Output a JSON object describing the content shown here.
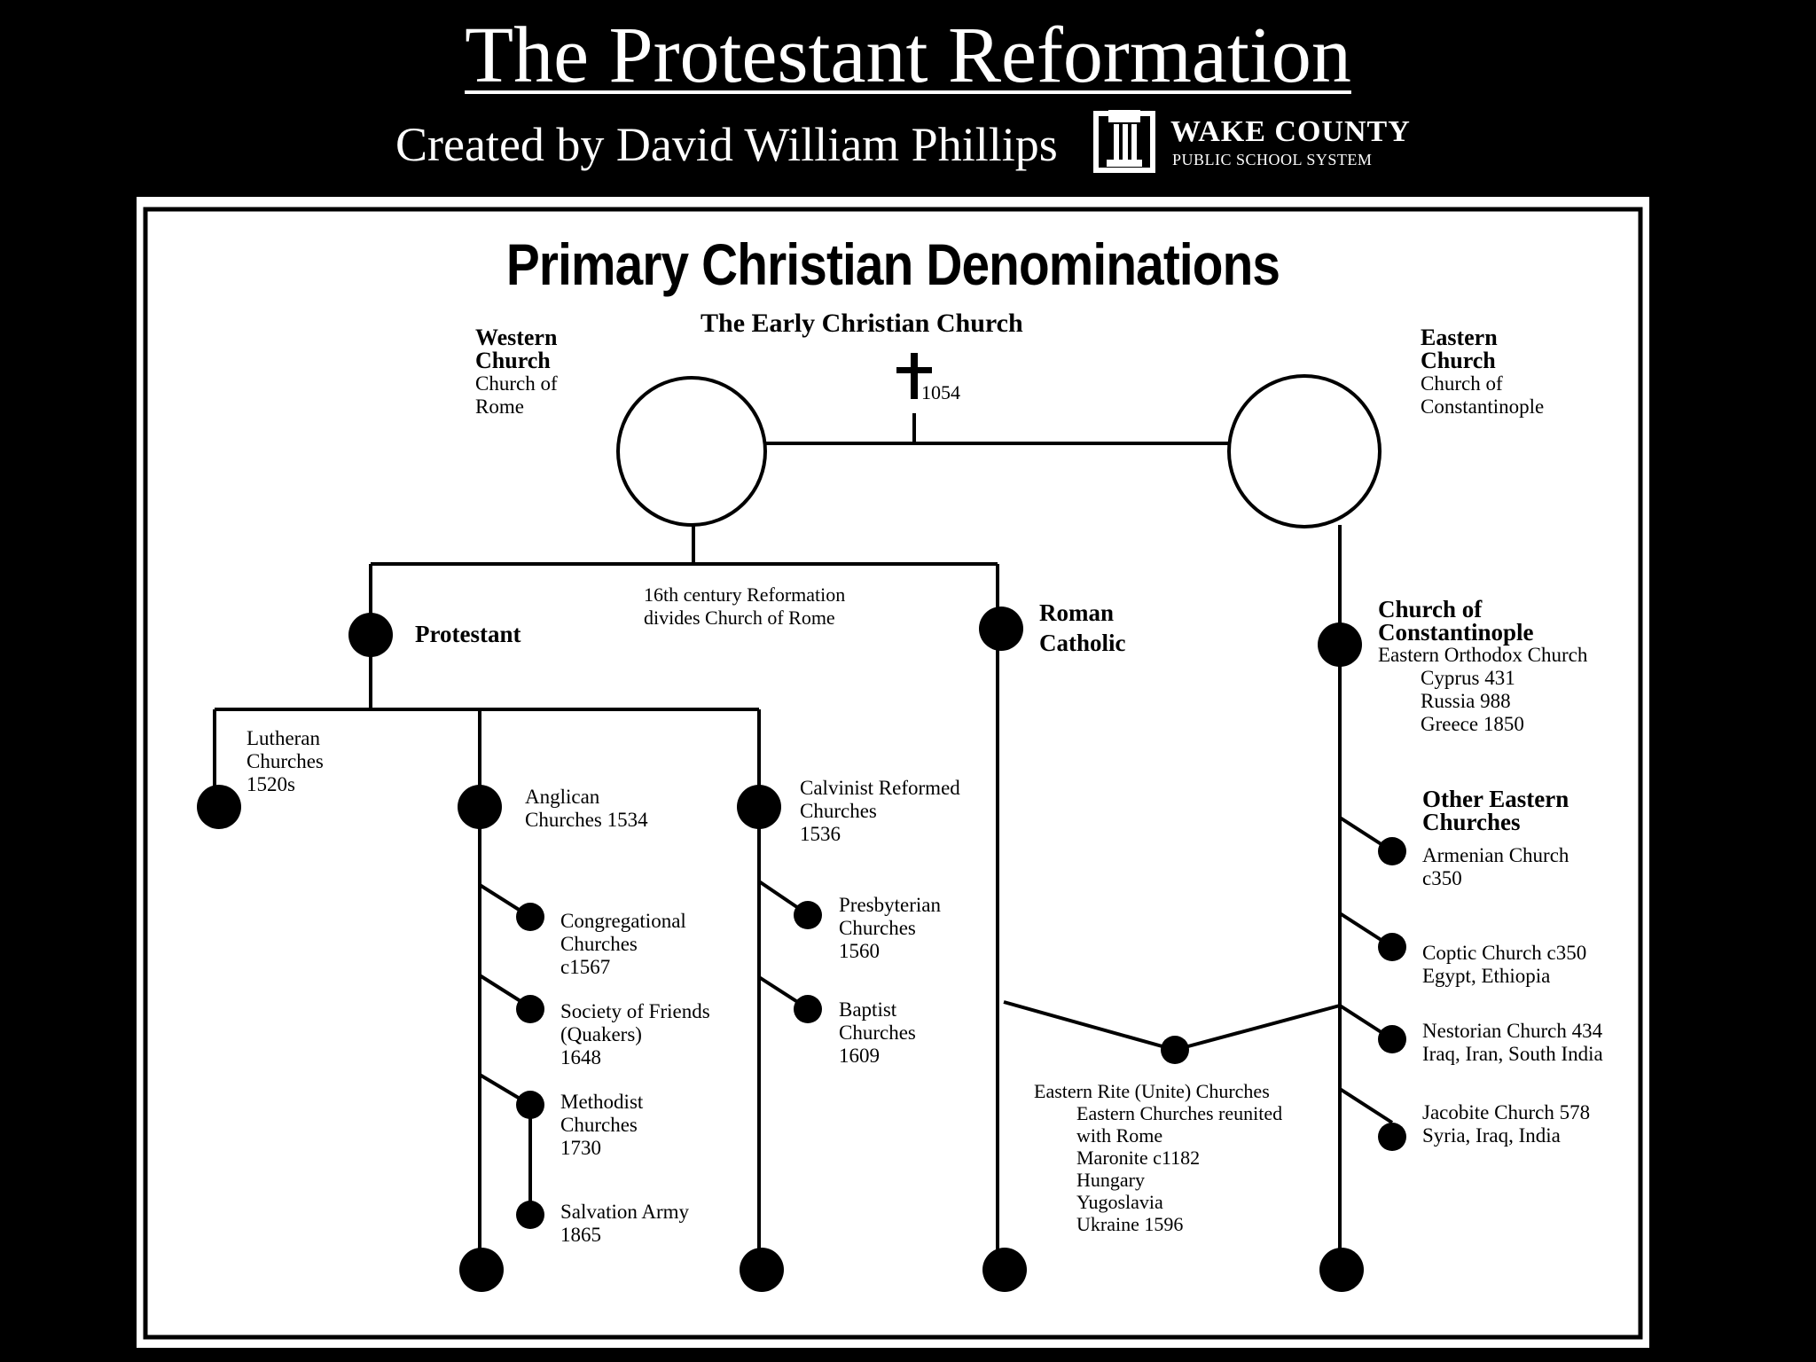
{
  "header": {
    "title": "The Protestant Reformation",
    "credit": "Created by David William Phillips",
    "logo_line1": "WAKE COUNTY",
    "logo_line2": "PUBLIC SCHOOL SYSTEM"
  },
  "diagram": {
    "title": "Primary Christian Denominations",
    "early_church": "The Early Christian Church",
    "schism_year": "1054",
    "western": {
      "title1": "Western",
      "title2": "Church",
      "sub1": "Church of",
      "sub2": "Rome"
    },
    "eastern": {
      "title1": "Eastern",
      "title2": "Church",
      "sub1": "Church of",
      "sub2": "Constantinople"
    },
    "reformation_note": {
      "line1": "16th century Reformation",
      "line2": "divides Church of Rome"
    },
    "protestant": "Protestant",
    "roman_catholic": {
      "line1": "Roman",
      "line2": "Catholic"
    },
    "constantinople": {
      "line1": "Church of",
      "line2": "Constantinople",
      "line3": "Eastern Orthodox Church",
      "items": [
        "Cyprus 431",
        "Russia 988",
        "Greece 1850"
      ]
    },
    "lutheran": {
      "line1": "Lutheran",
      "line2": "Churches",
      "line3": "1520s"
    },
    "anglican": {
      "line1": "Anglican",
      "line2": "Churches 1534"
    },
    "calvinist": {
      "line1": "Calvinist Reformed",
      "line2": "Churches",
      "line3": "1536"
    },
    "congregational": {
      "line1": "Congregational",
      "line2": "Churches",
      "line3": "c1567"
    },
    "friends": {
      "line1": "Society of Friends",
      "line2": "(Quakers)",
      "line3": "1648"
    },
    "methodist": {
      "line1": "Methodist",
      "line2": "Churches",
      "line3": "1730"
    },
    "salvation": {
      "line1": "Salvation Army",
      "line2": "1865"
    },
    "presbyterian": {
      "line1": "Presbyterian",
      "line2": "Churches",
      "line3": "1560"
    },
    "baptist": {
      "line1": "Baptist",
      "line2": "Churches",
      "line3": "1609"
    },
    "eastern_rite": {
      "line1": "Eastern Rite (Unite) Churches",
      "items": [
        "Eastern Churches reunited",
        "with Rome",
        "Maronite c1182",
        "Hungary",
        "Yugoslavia",
        "Ukraine 1596"
      ]
    },
    "other_eastern": {
      "line1": "Other Eastern",
      "line2": "Churches"
    },
    "armenian": {
      "line1": "Armenian Church",
      "line2": "c350"
    },
    "coptic": {
      "line1": "Coptic Church c350",
      "line2": "Egypt, Ethiopia"
    },
    "nestorian": {
      "line1": "Nestorian Church 434",
      "line2": "Iraq, Iran, South India"
    },
    "jacobite": {
      "line1": "Jacobite Church 578",
      "line2": "Syria, Iraq, India"
    }
  }
}
